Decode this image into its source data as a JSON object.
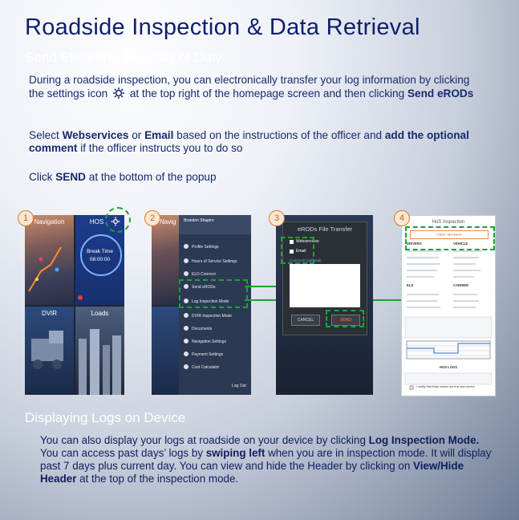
{
  "title": "Roadside Inspection & Data Retrieval",
  "section1": {
    "heading": "Send Electronic Records of Duty",
    "p1_a": "During a roadside inspection, you can electronically transfer your log information by clicking the settings icon",
    "p1_b": " at the top right of the homepage screen and then clicking ",
    "p1_bold": "Send eRODs",
    "p2_a": "Select ",
    "p2_b1": "Webservices",
    "p2_c": " or ",
    "p2_b2": "Email",
    "p2_d": " based on the instructions of the officer and ",
    "p2_b3": "add the optional comment",
    "p2_e": " if the officer instructs you to do so",
    "p3_a": "Click ",
    "p3_b": "SEND",
    "p3_c": " at the bottom of the popup"
  },
  "steps": {
    "s1": "1",
    "s2": "2",
    "s3": "3",
    "s4": "4"
  },
  "screen1": {
    "tiles": [
      "Navigation",
      "HOS",
      "DVIR",
      "Loads"
    ],
    "break_label": "Break Time",
    "break_time": "08:00:00"
  },
  "screen2": {
    "header_name": "Brandon Shapiro",
    "partial_tile": "Navig",
    "menu": [
      "Profile Settings",
      "Hours of Service Settings",
      "ELD Connect",
      "Send eRODs",
      "Log Inspection Mode",
      "DVIR Inspection Mode",
      "Documents",
      "Navigation Settings",
      "Payment Settings",
      "Cost Calculator"
    ],
    "logout": "Log Out"
  },
  "screen3": {
    "popup_title": "eRODs File Transfer",
    "opt1": "Webservices",
    "opt2": "Email",
    "comment_label": "Comment (optional)",
    "cancel": "CANCEL",
    "send": "SEND"
  },
  "screen4": {
    "header": "HoS Inspection",
    "hide_header": "HIDE HEADER",
    "col1": "DRIVERS",
    "col2": "VEHICLE",
    "eld": "ELD",
    "carrier": "CARRIER",
    "hos_logs": "HOS LOGS",
    "certify": "I certify that these entries are true and correct"
  },
  "section2": {
    "heading": "Displaying Logs on Device",
    "a": "You can also display your logs at roadside on your device by clicking ",
    "b1": "Log Inspection Mode.",
    "c": "  You can access past days’ logs by ",
    "b2": "swiping left",
    "d": " when you are in inspection mode. It will display past 7 days plus current day.  You can view and hide the Header by clicking on ",
    "b3": "View/Hide Header",
    "e": " at the top of the inspection mode."
  },
  "colors": {
    "title": "#10206b",
    "accent_green": "#1aa335",
    "step_orange": "#e07830"
  }
}
